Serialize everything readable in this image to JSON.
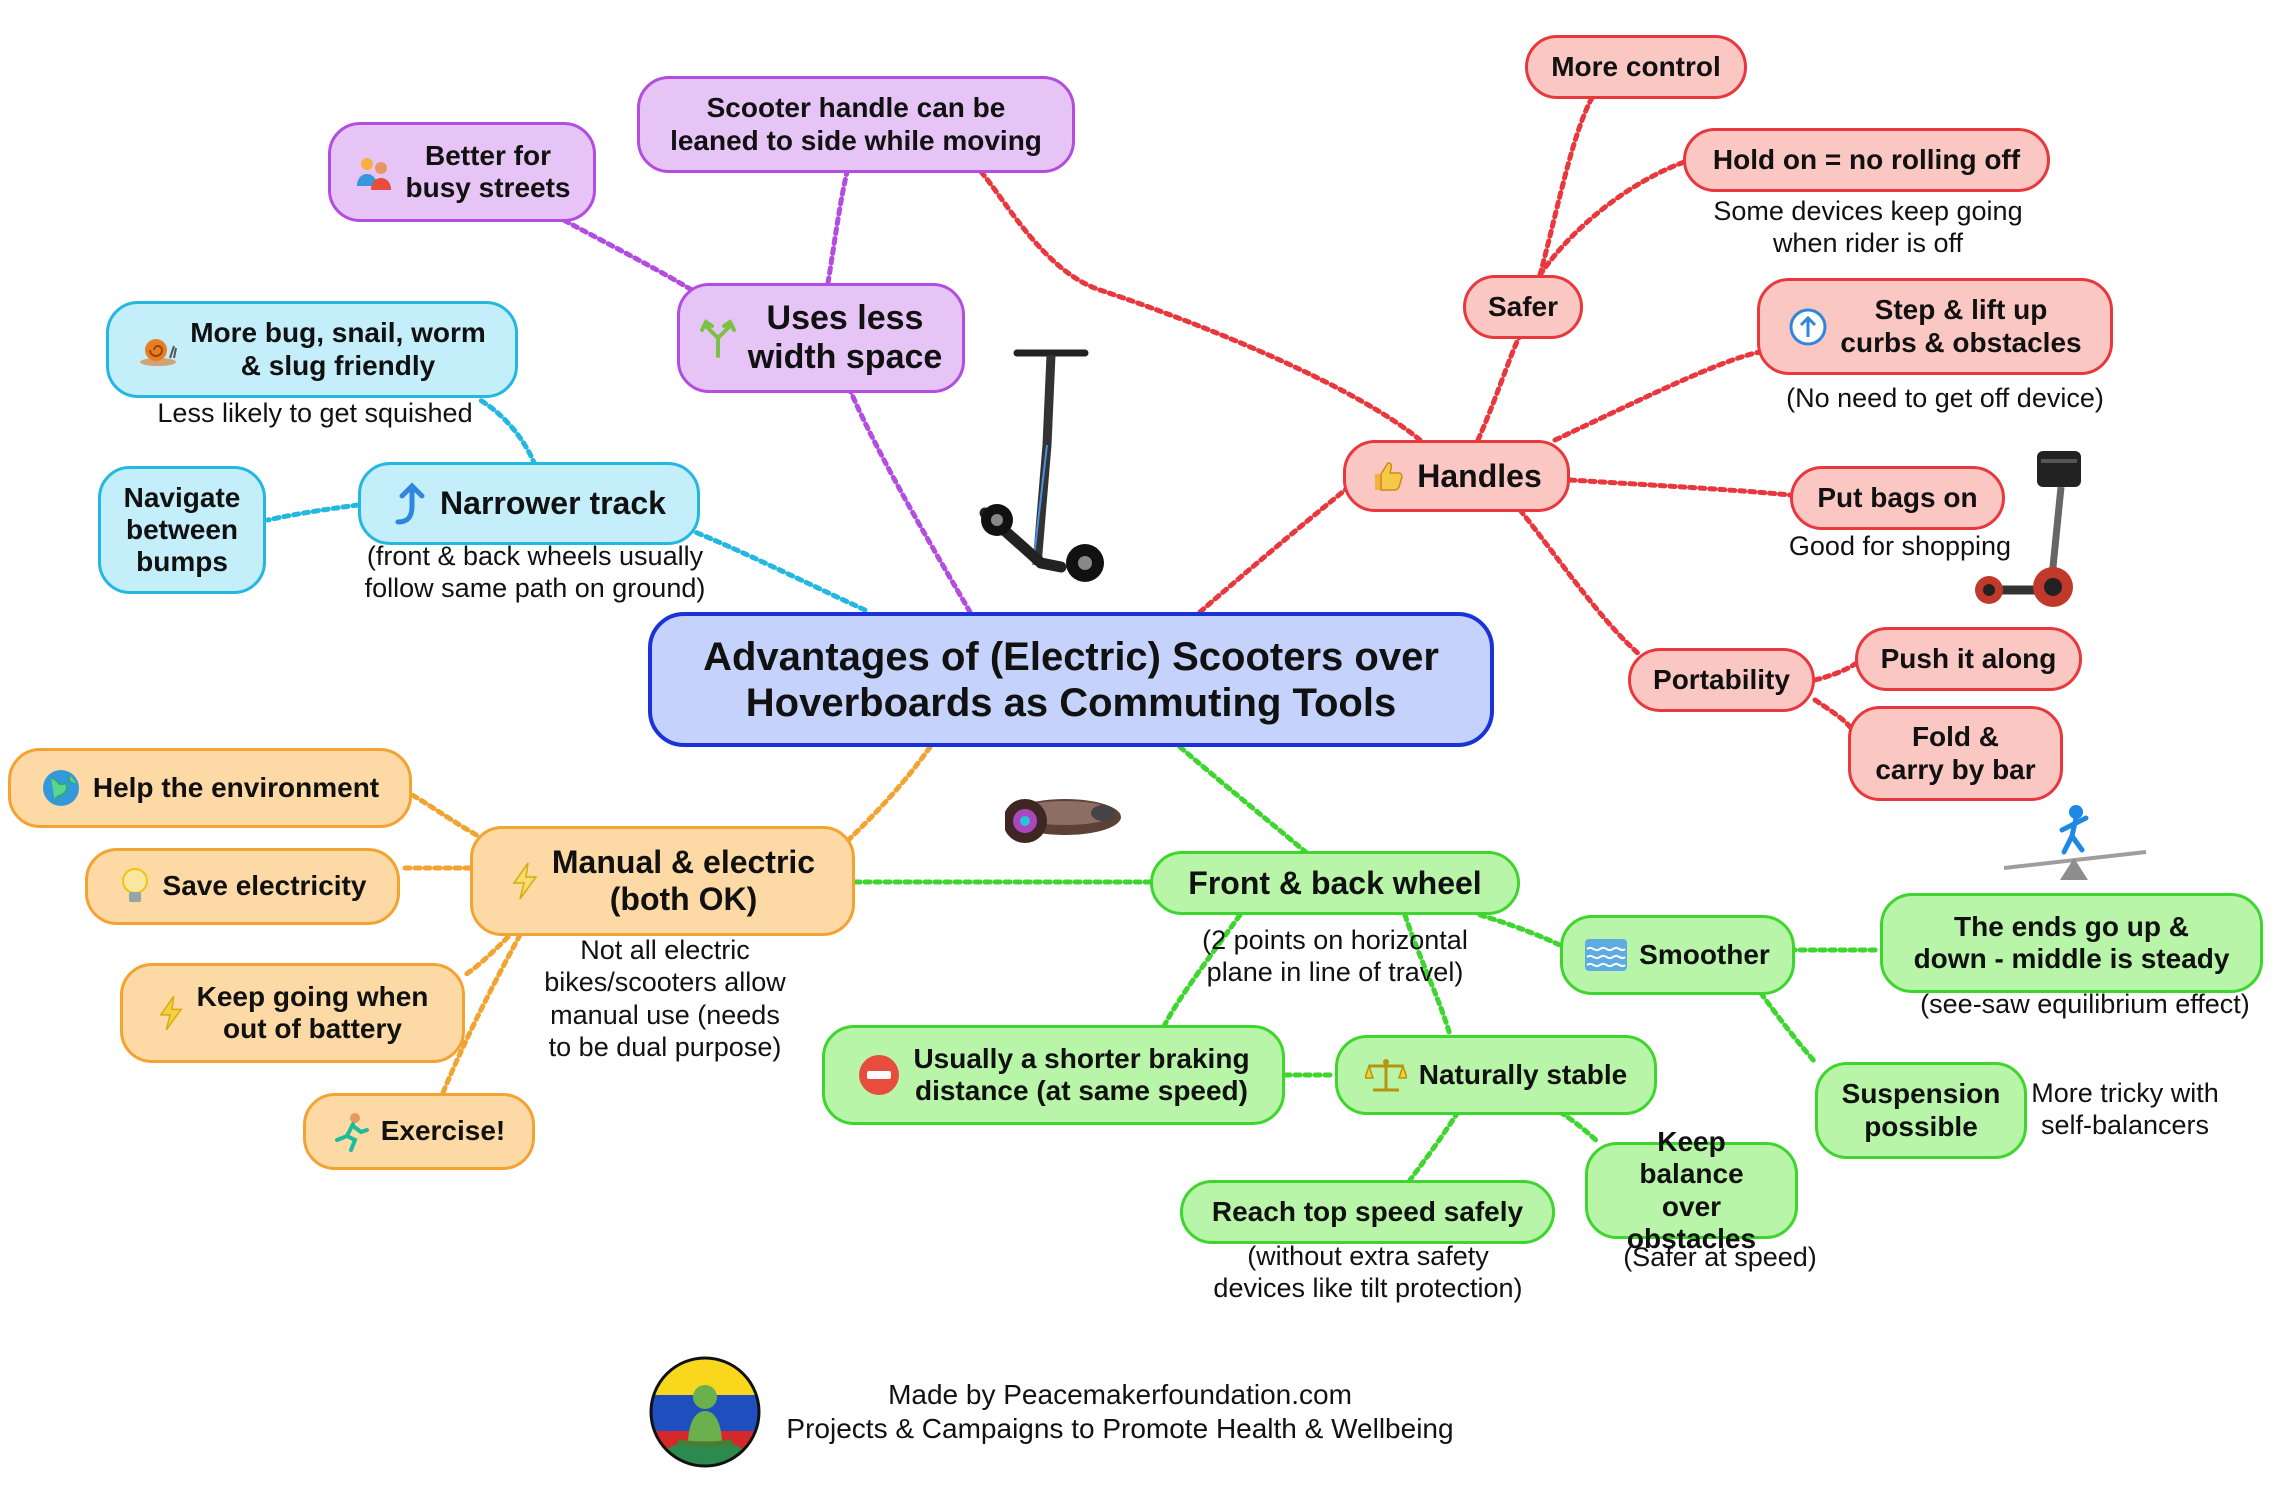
{
  "root": "Advantages of (Electric) Scooters over\nHoverboards as Commuting Tools",
  "handles": {
    "label": "Handles",
    "safer": "Safer",
    "more_control": "More control",
    "hold_on": "Hold on = no rolling off",
    "hold_on_note": "Some devices keep going\nwhen rider is off",
    "step_lift": "Step & lift up\ncurbs & obstacles",
    "step_lift_note": "(No need to get off device)",
    "bags": "Put bags on",
    "bags_note": "Good for shopping",
    "portability": "Portability",
    "push_along": "Push it along",
    "fold_carry": "Fold &\ncarry by bar"
  },
  "width": {
    "label": "Uses less\nwidth space",
    "busy_streets": "Better for\nbusy streets",
    "lean": "Scooter handle can be\nleaned to side while moving"
  },
  "narrow": {
    "label": "Narrower track",
    "note": "(front & back wheels usually\nfollow same path on ground)",
    "bug": "More bug, snail, worm\n& slug friendly",
    "bug_note": "Less likely to get squished",
    "bumps": "Navigate\nbetween\nbumps"
  },
  "manual": {
    "label": "Manual & electric\n(both OK)",
    "note": "Not all electric\nbikes/scooters allow\nmanual use (needs\nto be dual purpose)",
    "environment": "Help the environment",
    "electricity": "Save electricity",
    "battery": "Keep going when\nout of battery",
    "exercise": "Exercise!"
  },
  "wheel": {
    "label": "Front & back wheel",
    "note": "(2 points on horizontal\nplane in line of travel)",
    "smoother": "Smoother",
    "ends": "The ends go up &\ndown - middle is steady",
    "ends_note": "(see-saw equilibrium effect)",
    "suspension": "Suspension\npossible",
    "suspension_note": "More tricky with\nself-balancers",
    "stable": "Naturally stable",
    "braking": "Usually a shorter braking\ndistance (at same speed)",
    "top_speed": "Reach top speed safely",
    "top_speed_note": "(without extra safety\ndevices like tilt protection)",
    "balance": "Keep balance\nover obstacles",
    "balance_note": "(Safer at speed)"
  },
  "footer": {
    "line1": "Made by Peacemakerfoundation.com",
    "line2": "Projects & Campaigns to Promote Health & Wellbeing"
  },
  "colors": {
    "red": "#e8383d",
    "purple": "#b24de0",
    "cyan": "#23b7e1",
    "orange": "#f2a332",
    "green": "#3ed62e",
    "root": "#1a33d9"
  },
  "icons": {
    "handles": "thumbs-up-icon",
    "width": "merge-arrow-icon",
    "narrow": "curved-up-arrow-icon",
    "busy": "people-icon",
    "bug": "snail-icon",
    "environment": "globe-icon",
    "electricity": "light-bulb-icon",
    "manual": "lightning-icon",
    "battery": "lightning-icon",
    "exercise": "running-person-icon",
    "step": "up-arrow-circle-icon",
    "smoother": "water-waves-icon",
    "stable": "balance-scale-icon",
    "braking": "no-entry-icon"
  }
}
